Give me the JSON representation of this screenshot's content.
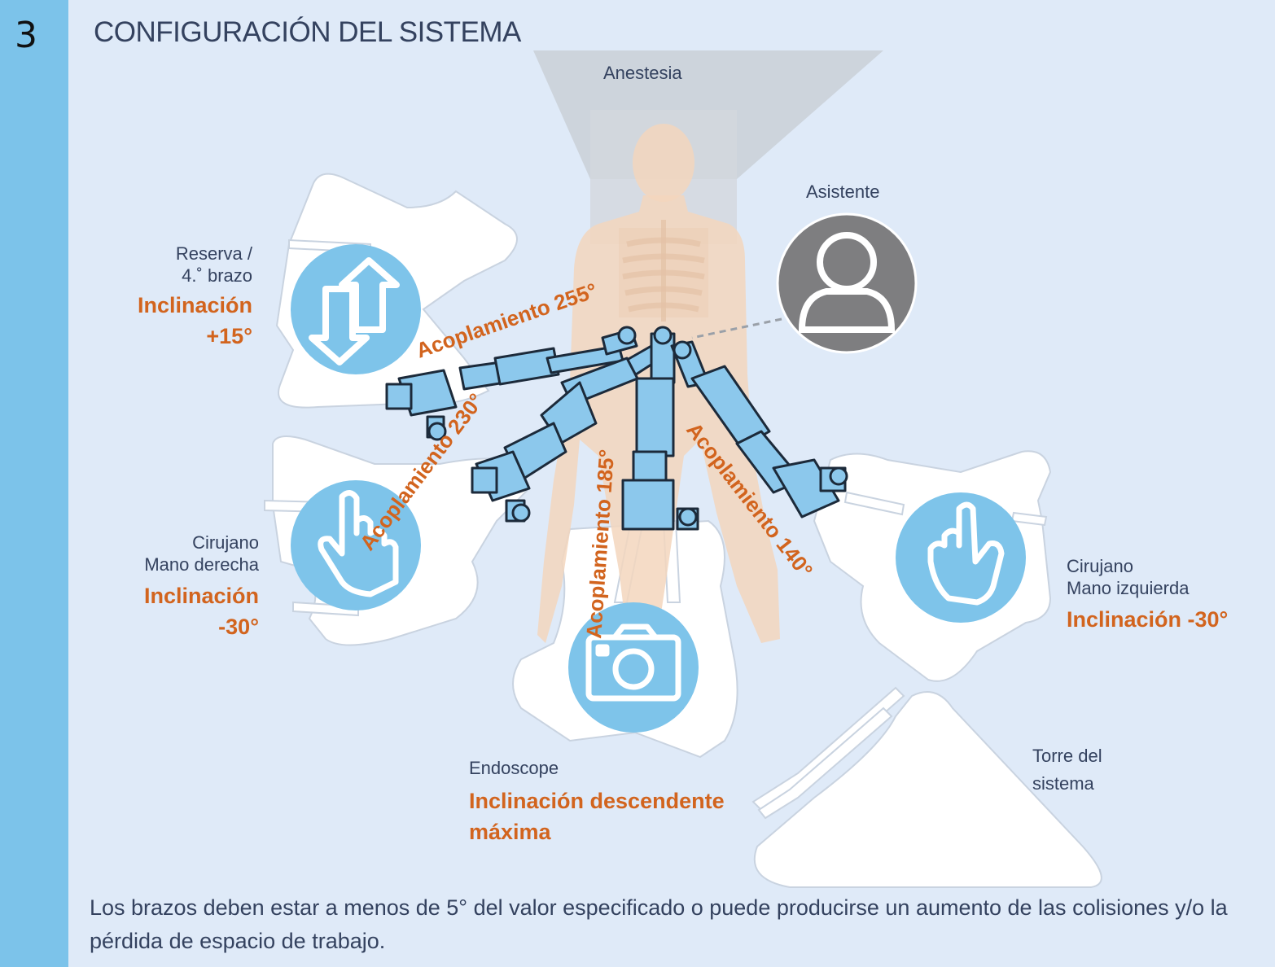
{
  "header": {
    "step": "3",
    "title": "CONFIGURACIÓN DEL SISTEMA"
  },
  "colors": {
    "background": "#dfeaf8",
    "stripe": "#7cc3ea",
    "accent": "#d2641e",
    "arm": "#8cc8ec",
    "text": "#34425f",
    "circle": "#7ec4ea"
  },
  "positions": {
    "anestesia": "Anestesia",
    "asistente": "Asistente",
    "reserva": {
      "line1": "Reserva /",
      "line2": "4.˚ brazo",
      "tilt1": "Inclinación",
      "tilt2": "+15°"
    },
    "cirujano_derecha": {
      "line1": "Cirujano",
      "line2": "Mano derecha",
      "tilt1": "Inclinación",
      "tilt2": "-30°"
    },
    "cirujano_izquierda": {
      "line1": "Cirujano",
      "line2": "Mano izquierda",
      "tilt": "Inclinación -30°"
    },
    "endoscope": {
      "line1": "Endoscope",
      "tilt1": "Inclinación descendente",
      "tilt2": "máxima"
    },
    "torre": {
      "line1": "Torre del",
      "line2": "sistema"
    }
  },
  "docking": {
    "d255": "Acoplamiento 255°",
    "d230": "Acoplamiento 230°",
    "d185": "Acoplamiento 185°",
    "d140": "Acoplamiento 140°"
  },
  "icons": [
    "arrows-up-down-icon",
    "pointing-hand-right-icon",
    "camera-icon",
    "pointing-hand-left-icon",
    "user-icon"
  ],
  "footer": "Los brazos deben estar a menos de 5° del valor especificado o puede producirse un aumento de las colisiones y/o la pérdida de espacio de trabajo."
}
